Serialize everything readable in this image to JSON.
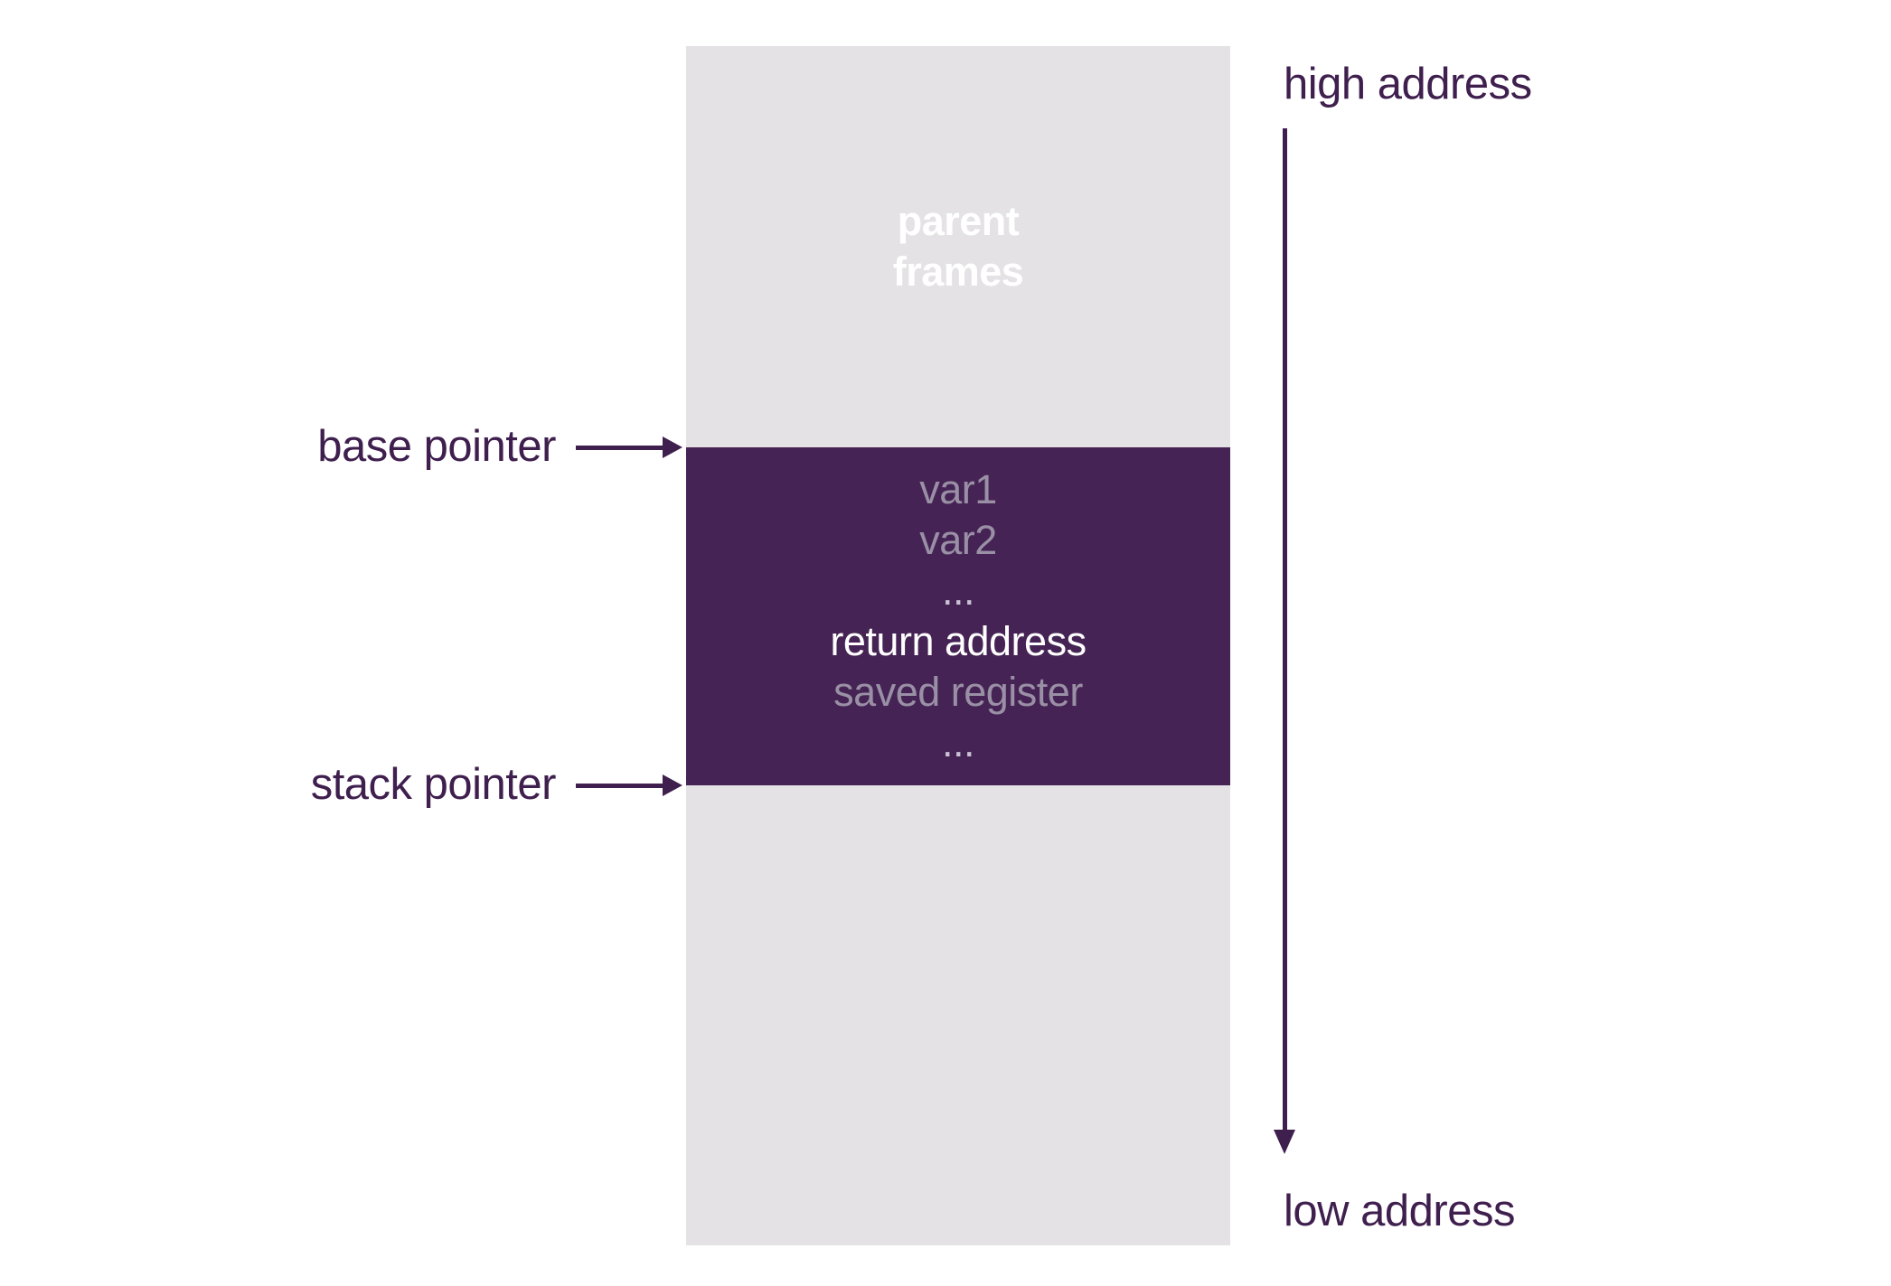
{
  "colors": {
    "background": "#ffffff",
    "stack_fill": "#e4e2e5",
    "frame_fill": "#462355",
    "accent_purple": "#3f1f4e",
    "muted_text": "#9a90a5",
    "ellipsis_text": "#cac1d4",
    "white_text": "#ffffff"
  },
  "stack": {
    "parent_frames": [
      "parent",
      "frames"
    ],
    "frame_rows": [
      {
        "text": "var1",
        "style": "muted"
      },
      {
        "text": "var2",
        "style": "muted"
      },
      {
        "text": "...",
        "style": "ellipsis"
      },
      {
        "text": "return address",
        "style": "white"
      },
      {
        "text": "saved register",
        "style": "muted"
      },
      {
        "text": "...",
        "style": "ellipsis"
      }
    ]
  },
  "pointers": {
    "base_label": "base pointer",
    "stack_label": "stack pointer"
  },
  "addresses": {
    "high_label": "high address",
    "low_label": "low address"
  }
}
